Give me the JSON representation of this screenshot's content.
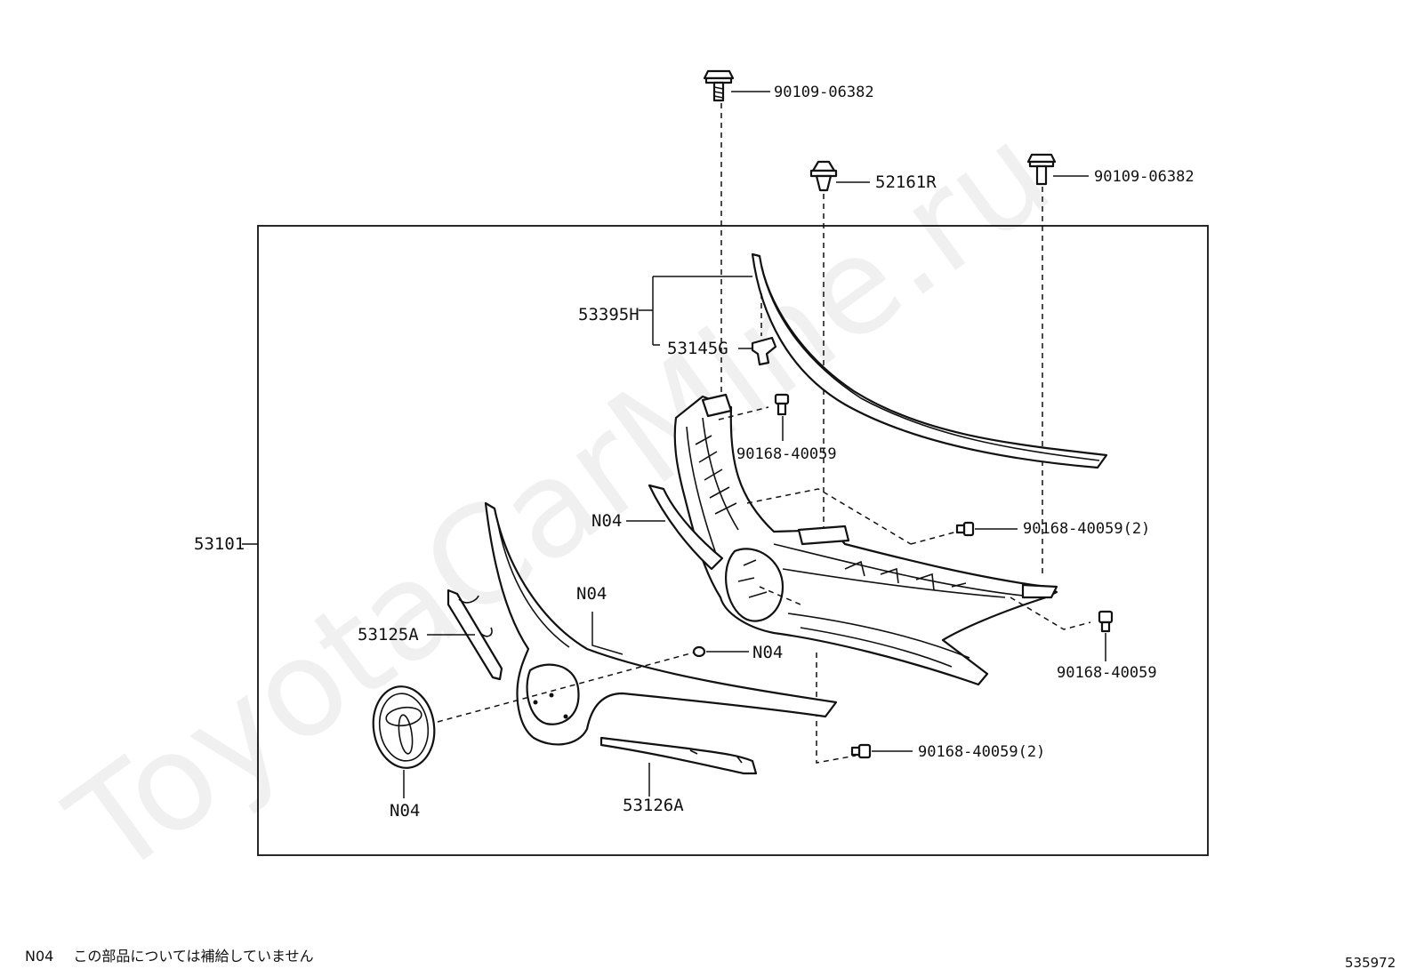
{
  "watermark": "ToyotaCarMine.ru",
  "labels": {
    "bolt_top": "90109-06382",
    "clip_top": "52161R",
    "bolt_right": "90109-06382",
    "molding": "53395H",
    "clip_molding": "53145G",
    "screw_upper": "90168-40059",
    "n04_upper": "N04",
    "screw_right_2": "90168-40059(2)",
    "grille_assy": "53101",
    "n04_mid": "N04",
    "n04_small": "N04",
    "molding_left": "53125A",
    "screw_right": "90168-40059",
    "screw_bottom_2": "90168-40059(2)",
    "n04_emblem": "N04",
    "molding_lower": "53126A"
  },
  "footnote": {
    "code": "N04",
    "text": "この部品については補給していません"
  },
  "illustration_code": "535972"
}
